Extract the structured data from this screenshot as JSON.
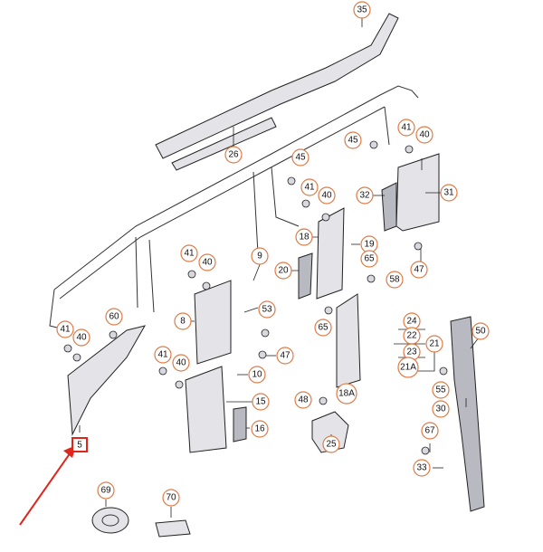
{
  "callouts": {
    "c35": "35",
    "c26": "26",
    "c45a": "45",
    "c45b": "45",
    "c41a": "41",
    "c40a": "40",
    "c31": "31",
    "c32": "32",
    "c41b": "41",
    "c40b": "40",
    "c18": "18",
    "c19": "19",
    "c47a": "47",
    "c65a": "65",
    "c9": "9",
    "c20": "20",
    "c41c": "41",
    "c40c": "40",
    "c58": "58",
    "c8": "8",
    "c53": "53",
    "c65b": "65",
    "c47b": "47",
    "c24": "24",
    "c22": "22",
    "c23": "23",
    "c21": "21",
    "c21A": "21A",
    "c60": "60",
    "c41d": "41",
    "c40d": "40",
    "c41e": "41",
    "c40e": "40",
    "c10": "10",
    "c15": "15",
    "c18A": "18A",
    "c48": "48",
    "c16": "16",
    "c25": "25",
    "c50": "50",
    "c55": "55",
    "c30": "30",
    "c67": "67",
    "c33": "33",
    "c5": "5",
    "c69": "69",
    "c70": "70"
  },
  "colors": {
    "callout_stroke": "#e07a45",
    "highlight": "#e0261c",
    "line": "#222222"
  },
  "highlighted_callout": "5"
}
